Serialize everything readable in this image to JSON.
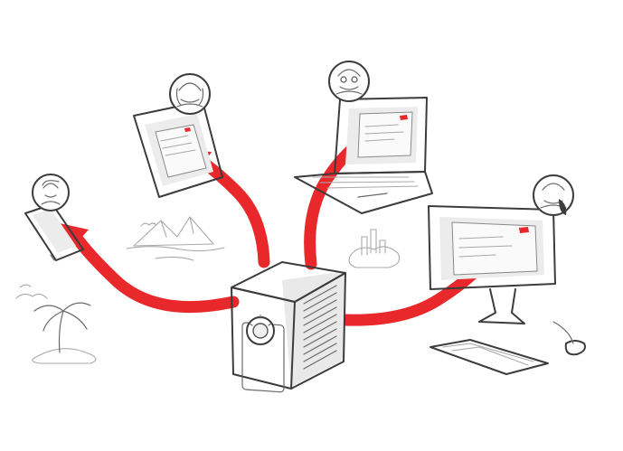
{
  "diagram": {
    "hub": {
      "icon": "safe-box-icon"
    },
    "endpoints": [
      {
        "device": "smartphone",
        "icon": "smartphone-icon"
      },
      {
        "device": "tablet",
        "icon": "tablet-icon"
      },
      {
        "device": "laptop",
        "icon": "laptop-icon"
      },
      {
        "device": "desktop",
        "icon": "desktop-computer-icon"
      }
    ],
    "colors": {
      "arrow": "#e8282b",
      "ink": "#3c3c3c",
      "background": "#ffffff"
    }
  }
}
